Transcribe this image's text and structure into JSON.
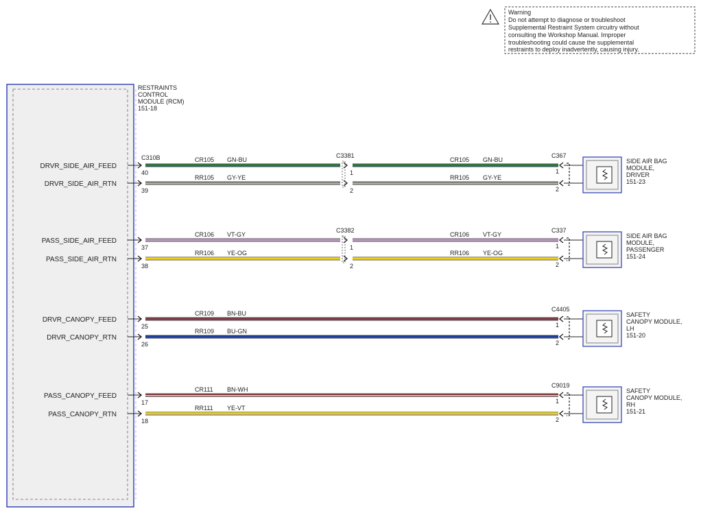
{
  "warning": {
    "title": "Warning",
    "lines": [
      "Do not attempt to diagnose or troubleshoot",
      "Supplemental Restraint System circuitry without",
      "consulting the Workshop Manual. Improper",
      "troubleshooting could cause the supplemental",
      "restraints to deploy inadvertently, causing injury."
    ]
  },
  "rcm": {
    "name_lines": [
      "RESTRAINTS",
      "CONTROL",
      "MODULE (RCM)"
    ],
    "ref": "151-18",
    "connector": "C310B"
  },
  "groups": [
    {
      "id": "driver-side",
      "mid_connector": "C3381",
      "end_connector": "C367",
      "module_lines": [
        "SIDE AIR BAG",
        "MODULE,",
        "DRIVER"
      ],
      "module_ref": "151-23",
      "wires": [
        {
          "signal": "DRVR_SIDE_AIR_FEED",
          "pin": "40",
          "circuit": "CR105",
          "color": "GN-BU",
          "mid_pin": "1",
          "end_pin": "1",
          "c1": "#2d7a3a",
          "c2": "#3a55b0"
        },
        {
          "signal": "DRVR_SIDE_AIR_RTN",
          "pin": "39",
          "circuit": "RR105",
          "color": "GY-YE",
          "mid_pin": "2",
          "end_pin": "2",
          "c1": "#8a8a8a",
          "c2": "#d6d04a"
        }
      ]
    },
    {
      "id": "passenger-side",
      "mid_connector": "C3382",
      "end_connector": "C337",
      "module_lines": [
        "SIDE AIR BAG",
        "MODULE,",
        "PASSENGER"
      ],
      "module_ref": "151-24",
      "wires": [
        {
          "signal": "PASS_SIDE_AIR_FEED",
          "pin": "37",
          "circuit": "CR106",
          "color": "VT-GY",
          "mid_pin": "1",
          "end_pin": "1",
          "c1": "#c98ad6",
          "c2": "#a8a8a8"
        },
        {
          "signal": "PASS_SIDE_AIR_RTN",
          "pin": "38",
          "circuit": "RR106",
          "color": "YE-OG",
          "mid_pin": "2",
          "end_pin": "2",
          "c1": "#f2e600",
          "c2": "#e8a33a"
        }
      ]
    },
    {
      "id": "driver-canopy",
      "mid_connector": "",
      "end_connector": "C4405",
      "module_lines": [
        "SAFETY",
        "CANOPY MODULE,",
        "LH"
      ],
      "module_ref": "151-20",
      "wires": [
        {
          "signal": "DRVR_CANOPY_FEED",
          "pin": "25",
          "circuit": "CR109",
          "color": "BN-BU",
          "mid_pin": "",
          "end_pin": "1",
          "c1": "#8a3a3a",
          "c2": "#3a55b0"
        },
        {
          "signal": "DRVR_CANOPY_RTN",
          "pin": "26",
          "circuit": "RR109",
          "color": "BU-GN",
          "mid_pin": "",
          "end_pin": "2",
          "c1": "#1a2fc0",
          "c2": "#2d7a3a"
        }
      ]
    },
    {
      "id": "passenger-canopy",
      "mid_connector": "",
      "end_connector": "C9019",
      "module_lines": [
        "SAFETY",
        "CANOPY MODULE,",
        "RH"
      ],
      "module_ref": "151-21",
      "wires": [
        {
          "signal": "PASS_CANOPY_FEED",
          "pin": "17",
          "circuit": "CR111",
          "color": "BN-WH",
          "mid_pin": "",
          "end_pin": "1",
          "c1": "#8a3a3a",
          "c2": "#ffffff"
        },
        {
          "signal": "PASS_CANOPY_RTN",
          "pin": "18",
          "circuit": "RR111",
          "color": "YE-VT",
          "mid_pin": "",
          "end_pin": "2",
          "c1": "#f2e600",
          "c2": "#c98ad6"
        }
      ]
    }
  ]
}
